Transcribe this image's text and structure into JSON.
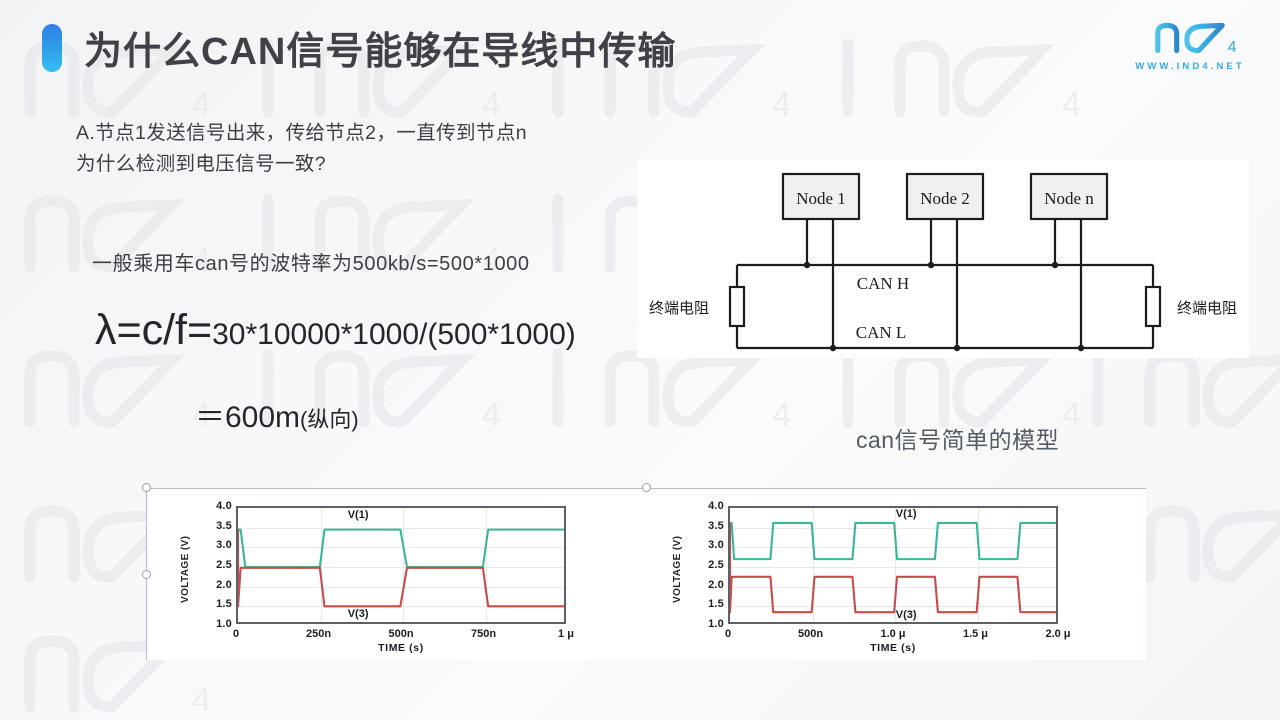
{
  "slide": {
    "title": "为什么CAN信号能够在导线中传输",
    "accent_color": "#2f8ae9"
  },
  "logo": {
    "mark": "ind4-logo-icon",
    "url": "WWW.IND4.NET",
    "color": "#3ea9dd"
  },
  "content": {
    "question_line1": "A.节点1发送信号出来，传给节点2，一直传到节点n",
    "question_line2": "为什么检测到电压信号一致?",
    "baud_note": "一般乘用车can号的波特率为500kb/s=500*1000",
    "formula_lhs": "λ=c/f=",
    "formula_rhs": "30*10000*1000/(500*1000)",
    "result_value": "＝600m",
    "result_note": "(纵向)",
    "diagram_caption": "can信号简单的模型"
  },
  "diagram": {
    "nodes": [
      "Node 1",
      "Node 2",
      "Node n"
    ],
    "bus_high_label": "CAN H",
    "bus_low_label": "CAN L",
    "terminator_left": "终端电阻",
    "terminator_right": "终端电阻"
  },
  "chart_data": [
    {
      "id": "left",
      "type": "line",
      "title": "",
      "xlabel": "TIME (s)",
      "ylabel": "VOLTAGE (V)",
      "ylim": [
        1.0,
        4.0
      ],
      "yticks": [
        "4.0",
        "3.5",
        "3.0",
        "2.5",
        "2.0",
        "1.5",
        "1.0"
      ],
      "ytick_values": [
        4.0,
        3.5,
        3.0,
        2.5,
        2.0,
        1.5,
        1.0
      ],
      "xlim": [
        0,
        1000
      ],
      "xticks": [
        "0",
        "250n",
        "500n",
        "750n",
        "1 μ"
      ],
      "xtick_values": [
        0,
        250,
        500,
        750,
        1000
      ],
      "grid": true,
      "legend_position": "inline-annotation",
      "series": [
        {
          "name": "V(1)",
          "color": "#3ab795",
          "label_x": 370,
          "label_y": 3.78,
          "points": [
            [
              0,
              1.5
            ],
            [
              0,
              3.45
            ],
            [
              8,
              3.45
            ],
            [
              22,
              2.5
            ],
            [
              248,
              2.5
            ],
            [
              262,
              3.45
            ],
            [
              492,
              3.45
            ],
            [
              512,
              2.5
            ],
            [
              742,
              2.5
            ],
            [
              758,
              3.45
            ],
            [
              1000,
              3.45
            ]
          ]
        },
        {
          "name": "V(3)",
          "color": "#c94b4b",
          "label_x": 370,
          "label_y": 1.26,
          "points": [
            [
              0,
              3.45
            ],
            [
              0,
              1.5
            ],
            [
              8,
              2.48
            ],
            [
              22,
              2.48
            ],
            [
              248,
              2.48
            ],
            [
              262,
              1.5
            ],
            [
              492,
              1.5
            ],
            [
              512,
              2.48
            ],
            [
              742,
              2.48
            ],
            [
              758,
              1.5
            ],
            [
              1000,
              1.5
            ]
          ]
        }
      ]
    },
    {
      "id": "right",
      "type": "line",
      "title": "",
      "xlabel": "TIME (s)",
      "ylabel": "VOLTAGE (V)",
      "ylim": [
        1.0,
        4.0
      ],
      "yticks": [
        "4.0",
        "3.5",
        "3.0",
        "2.5",
        "2.0",
        "1.5",
        "1.0"
      ],
      "ytick_values": [
        4.0,
        3.5,
        3.0,
        2.5,
        2.0,
        1.5,
        1.0
      ],
      "xlim": [
        0,
        2000
      ],
      "xticks": [
        "0",
        "500n",
        "1.0 μ",
        "1.5 μ",
        "2.0 μ"
      ],
      "xtick_values": [
        0,
        500,
        1000,
        1500,
        2000
      ],
      "grid": true,
      "legend_position": "inline-annotation",
      "series": [
        {
          "name": "V(1)",
          "color": "#3ab795",
          "label_x": 1080,
          "label_y": 3.8,
          "points": [
            [
              0,
              1.35
            ],
            [
              0,
              3.62
            ],
            [
              10,
              3.62
            ],
            [
              25,
              2.7
            ],
            [
              245,
              2.7
            ],
            [
              262,
              3.62
            ],
            [
              495,
              3.62
            ],
            [
              512,
              2.7
            ],
            [
              742,
              2.7
            ],
            [
              760,
              3.62
            ],
            [
              995,
              3.62
            ],
            [
              1012,
              2.7
            ],
            [
              1242,
              2.7
            ],
            [
              1260,
              3.62
            ],
            [
              1495,
              3.62
            ],
            [
              1512,
              2.7
            ],
            [
              1742,
              2.7
            ],
            [
              1760,
              3.62
            ],
            [
              2000,
              3.62
            ]
          ]
        },
        {
          "name": "V(3)",
          "color": "#c94b4b",
          "label_x": 1080,
          "label_y": 1.22,
          "points": [
            [
              0,
              3.62
            ],
            [
              0,
              1.35
            ],
            [
              10,
              2.25
            ],
            [
              25,
              2.25
            ],
            [
              245,
              2.25
            ],
            [
              262,
              1.35
            ],
            [
              495,
              1.35
            ],
            [
              512,
              2.25
            ],
            [
              742,
              2.25
            ],
            [
              760,
              1.35
            ],
            [
              995,
              1.35
            ],
            [
              1012,
              2.25
            ],
            [
              1242,
              2.25
            ],
            [
              1260,
              1.35
            ],
            [
              1495,
              1.35
            ],
            [
              1512,
              2.25
            ],
            [
              1742,
              2.25
            ],
            [
              1760,
              1.35
            ],
            [
              2000,
              1.35
            ]
          ]
        }
      ]
    }
  ]
}
